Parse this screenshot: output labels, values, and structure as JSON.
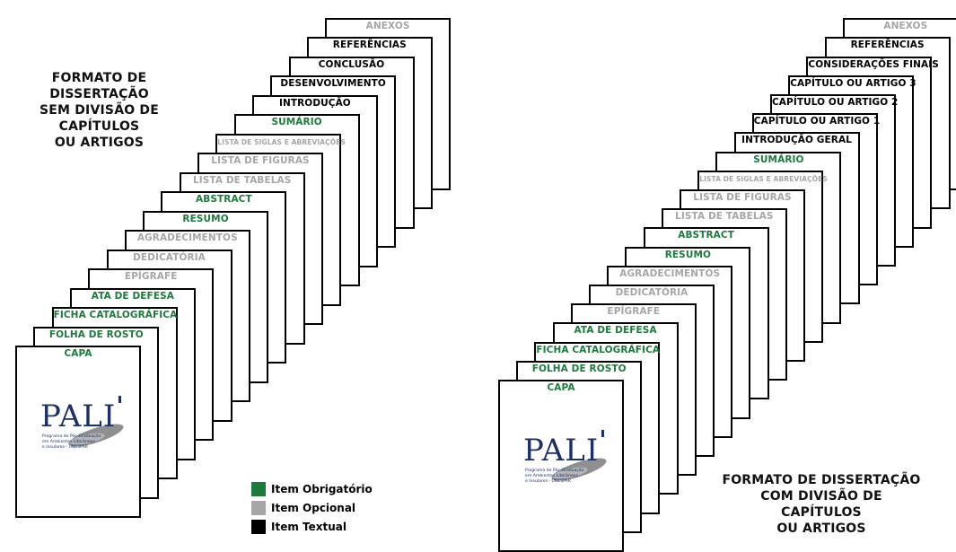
{
  "colors": {
    "mandatory": "#1e7a3c",
    "optional": "#a6a6a6",
    "textual": "#000000"
  },
  "left_diagram": {
    "title_lines": [
      "FORMATO DE DISSERTAÇÃO",
      "SEM DIVISÃO DE CAPÍTULOS",
      "OU ARTIGOS"
    ],
    "pages": [
      {
        "label": "ANEXOS",
        "kind": "optional"
      },
      {
        "label": "REFERÊNCIAS",
        "kind": "textual"
      },
      {
        "label": "CONCLUSÃO",
        "kind": "textual"
      },
      {
        "label": "DESENVOLVIMENTO",
        "kind": "textual"
      },
      {
        "label": "INTRODUÇÃO",
        "kind": "textual"
      },
      {
        "label": "SUMÁRIO",
        "kind": "mandatory"
      },
      {
        "label": "LISTA DE SIGLAS E ABREVIAÇÕES",
        "kind": "optional",
        "small": true
      },
      {
        "label": "LISTA DE FIGURAS",
        "kind": "optional"
      },
      {
        "label": "LISTA DE TABELAS",
        "kind": "optional"
      },
      {
        "label": "ABSTRACT",
        "kind": "mandatory"
      },
      {
        "label": "RESUMO",
        "kind": "mandatory"
      },
      {
        "label": "AGRADECIMENTOS",
        "kind": "optional"
      },
      {
        "label": "DEDICATÓRIA",
        "kind": "optional"
      },
      {
        "label": "EPÍGRAFE",
        "kind": "optional"
      },
      {
        "label": "ATA DE DEFESA",
        "kind": "mandatory"
      },
      {
        "label": "FICHA CATALOGRÁFICA",
        "kind": "mandatory"
      },
      {
        "label": "FOLHA DE ROSTO",
        "kind": "mandatory"
      },
      {
        "label": "CAPA",
        "kind": "mandatory"
      }
    ]
  },
  "right_diagram": {
    "title_lines": [
      "FORMATO DE DISSERTAÇÃO",
      "COM DIVISÃO DE CAPÍTULOS",
      "OU ARTIGOS"
    ],
    "pages": [
      {
        "label": "ANEXOS",
        "kind": "optional"
      },
      {
        "label": "REFERÊNCIAS",
        "kind": "textual"
      },
      {
        "label": "CONSIDERAÇÕES FINAIS",
        "kind": "textual"
      },
      {
        "label": "CAPÍTULO OU ARTIGO 3",
        "kind": "textual"
      },
      {
        "label": "CAPÍTULO OU ARTIGO 2",
        "kind": "textual"
      },
      {
        "label": "CAPÍTULO OU ARTIGO 1",
        "kind": "textual"
      },
      {
        "label": "INTRODUÇÃO GERAL",
        "kind": "textual"
      },
      {
        "label": "SUMÁRIO",
        "kind": "mandatory"
      },
      {
        "label": "LISTA DE SIGLAS E ABREVIAÇÕES",
        "kind": "optional",
        "small": true
      },
      {
        "label": "LISTA DE FIGURAS",
        "kind": "optional"
      },
      {
        "label": "LISTA DE TABELAS",
        "kind": "optional"
      },
      {
        "label": "ABSTRACT",
        "kind": "mandatory"
      },
      {
        "label": "RESUMO",
        "kind": "mandatory"
      },
      {
        "label": "AGRADECIMENTOS",
        "kind": "optional"
      },
      {
        "label": "DEDICATÓRIA",
        "kind": "optional"
      },
      {
        "label": "EPÍGRAFE",
        "kind": "optional"
      },
      {
        "label": "ATA DE DEFESA",
        "kind": "mandatory"
      },
      {
        "label": "FICHA CATALOGRÁFICA",
        "kind": "mandatory"
      },
      {
        "label": "FOLHA DE ROSTO",
        "kind": "mandatory"
      },
      {
        "label": "CAPA",
        "kind": "mandatory"
      }
    ]
  },
  "logo": {
    "wordmark": "PALI",
    "caption_lines": [
      "Programa de Pós-Graduação",
      "em Ambientes Litorâneos",
      "e Insulares - UNESPAR"
    ]
  },
  "legend": [
    {
      "label": "Item Obrigatório",
      "kind": "mandatory"
    },
    {
      "label": "Item Opcional",
      "kind": "optional"
    },
    {
      "label": "Item Textual",
      "kind": "textual"
    }
  ]
}
